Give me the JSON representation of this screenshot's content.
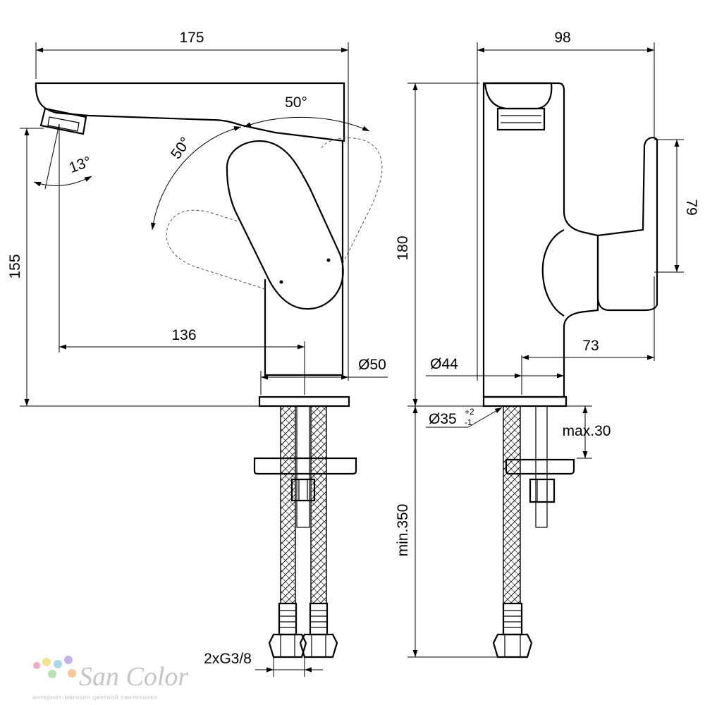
{
  "dimensions": {
    "overall_length": "175",
    "overall_depth": "98",
    "height_left": "155",
    "height_right": "180",
    "lever_height": "79",
    "spout_reach": "136",
    "lever_reach": "73",
    "body_diameter_front": "Ø50",
    "body_diameter_side": "Ø44",
    "hole_diameter": "Ø35",
    "hole_tol_plus": "+2",
    "hole_tol_minus": "-1",
    "max_thickness": "max.30",
    "hose_length": "min.350",
    "connection": "2xG3/8",
    "angle_lever_fwd": "50°",
    "angle_lever_back": "50°",
    "angle_spout": "13°"
  },
  "watermark": {
    "brand": "San Color",
    "tagline": "интернет-магазин цветной сантехники",
    "colors": [
      "#f4a9c8",
      "#f7e08a",
      "#a8d8f0",
      "#c7b3ea",
      "#b7e3b0",
      "#f9c59a"
    ]
  }
}
